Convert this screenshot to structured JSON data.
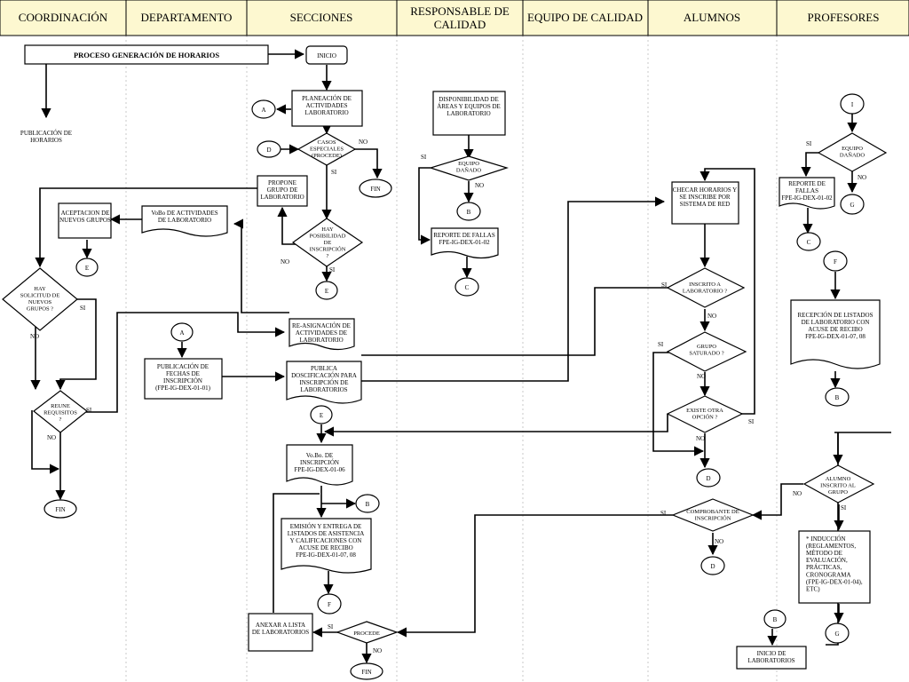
{
  "headers": [
    "COORDINACIÓN",
    "DEPARTAMENTO",
    "SECCIONES",
    "RESPONSABLE DE CALIDAD",
    "EQUIPO DE CALIDAD",
    "ALUMNOS",
    "PROFESORES"
  ],
  "colors": {
    "header_bg": "#fdf8d0",
    "line": "#000000",
    "lane_divider": "#c8c8c8"
  },
  "nodes": {
    "title": "PROCESO   GENERACIÓN   DE   HORARIOS",
    "inicio": "INICIO",
    "publicacion_horarios": "PUBLICACIÓN DE HORARIOS",
    "planeacion": "PLANEACIÓN DE ACTIVIDADES LABORATORIO",
    "conn_a1": "A",
    "casos_especiales": "CASOS ESPECIALES (PROCEDE)",
    "conn_d1": "D",
    "fin1": "FIN",
    "propone_grupo": "PROPONE GRUPO DE LABORATORIO",
    "hay_posibilidad": "HAY POSIBILIDAD DE INSCRIPCIÓN ?",
    "conn_e1": "E",
    "vobo_actividades": "VoBo DE ACTIVIDADES DE LABORATORIO",
    "aceptacion": "ACEPTACION DE NUEVOS GRUPOS",
    "conn_e2": "E",
    "hay_solicitud": "HAY SOLICITUD DE NUEVOS GRUPOS ?",
    "reune_requisitos": "REUNE REQUISITOS ?",
    "fin2": "FIN",
    "reasignacion": "RE-ASIGNACIÓN DE ACTIVIDADES DE LABORATORIO",
    "conn_a2": "A",
    "publicacion_fechas": "PUBLICACIÓN DE FECHAS DE INSCRIPCIÓN  (FPE-IG-DEX-01-01)",
    "publica_dosificacion": "PUBLICA DOSCIFICACIÓN PARA INSCRIPCIÓN DE LABORATORIOS",
    "conn_e3": "E",
    "vobo_inscripcion": "Vo.Bo. DE INSCRIPCIÓN FPE-IG-DEX-01-06",
    "conn_b1": "B",
    "emision": "EMISIÓN Y ENTREGA DE LISTADOS DE ASISTENCIA Y CALIFICACIONES  CON ACUSE DE RECIBO FPE-IG-DEX-01-07, 08",
    "conn_f1": "F",
    "anexar": "ANEXAR A LISTA DE LABORATORIOS",
    "procede": "PROCEDE",
    "fin3": "FIN",
    "disponibilidad": "DISPONIBILIDAD DE ÁREAS Y EQUIPOS DE LABORATORIO",
    "equipo_danado1": "EQUIPO DAÑADO",
    "conn_b2": "B",
    "reporte_fallas1": "REPORTE DE FALLAS FPE-IG-DEX-01-02",
    "conn_c1": "C",
    "checar_horarios": "CHECAR HORARIOS Y SE INSCRIBE POR SISTEMA DE RED",
    "inscrito": "INSCRITO A LABORATORIO ?",
    "grupo_saturado": "GRUPO SATURADO ?",
    "existe_opcion": "EXISTE OTRA OPCIÓN ?",
    "conn_d2": "D",
    "comprobante": "COMPROBANTE DE  INSCRIPCIÓN",
    "conn_d3": "D",
    "alumno_inscrito": "ALUMNO INSCRITO AL GRUPO",
    "induccion": "* INDUCCIÓN (REGLAMENTOS, MÉTODO DE EVALUACIÓN, PRÁCTICAS, CRONOGRAMA (FPE-IG-DEX-01-04), ETC)",
    "conn_g1": "G",
    "conn_b3": "B",
    "inicio_laboratorios": "INICIO DE LABORATORIOS",
    "conn_i": "I",
    "equipo_danado2": "EQUIPO DAÑADO",
    "reporte_fallas2": "REPORTE DE FALLAS FPE-IG-DEX-01-02",
    "conn_g2": "G",
    "conn_c2": "C",
    "conn_f2": "F",
    "recepcion": "RECEPCIÓN DE LISTADOS DE LABORATORIO CON ACUSE DE RECIBO FPE-IG-DEX-01-07, 08",
    "conn_b4": "B"
  },
  "labels": {
    "si": "SI",
    "no": "NO"
  }
}
